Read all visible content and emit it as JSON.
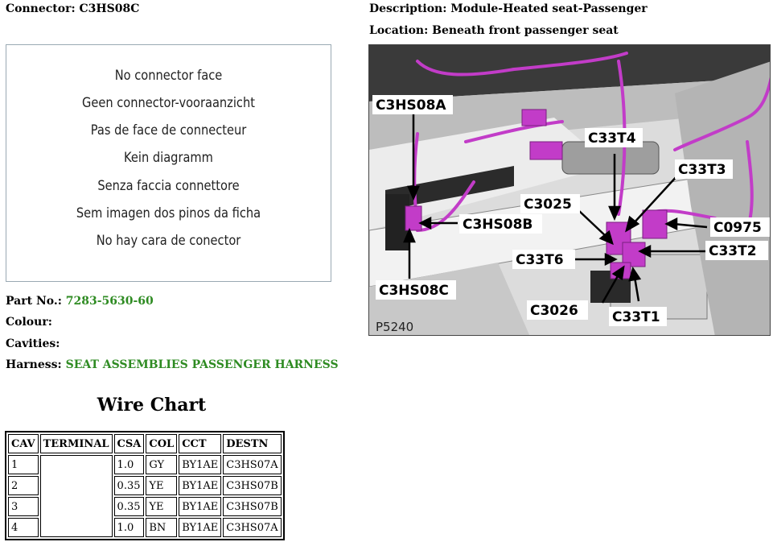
{
  "header": {
    "connector_label": "Connector: C3HS08C",
    "description_label": "Description: Module-Heated seat-Passenger",
    "location_label": "Location: Beneath front passenger seat"
  },
  "connector_face": {
    "lines": [
      "No connector face",
      "Geen connector-vooraanzicht",
      "Pas de face de connecteur",
      "Kein diagramm",
      "Senza faccia connettore",
      "Sem imagen dos pinos da ficha",
      "No hay cara de conector"
    ]
  },
  "details": {
    "part_no_label": "Part No.:",
    "part_no_value": "7283-5630-60",
    "colour_label": "Colour:",
    "cavities_label": "Cavities:",
    "harness_label": "Harness:",
    "harness_value": "SEAT ASSEMBLIES PASSENGER HARNESS"
  },
  "photo": {
    "callouts": [
      "C3HS08A",
      "C3HS08B",
      "C3HS08C",
      "C33T4",
      "C33T3",
      "C3025",
      "C0975",
      "C33T2",
      "C33T6",
      "C3026",
      "C33T1"
    ],
    "figure_id": "P5240"
  },
  "wire_chart": {
    "title": "Wire Chart",
    "headers": [
      "CAV",
      "TERMINAL",
      "CSA",
      "COL",
      "CCT",
      "DESTN"
    ],
    "rows": [
      {
        "cav": "1",
        "csa": "1.0",
        "col": "GY",
        "cct": "BY1AE",
        "destn": "C3HS07A"
      },
      {
        "cav": "2",
        "csa": "0.35",
        "col": "YE",
        "cct": "BY1AE",
        "destn": "C3HS07B"
      },
      {
        "cav": "3",
        "csa": "0.35",
        "col": "YE",
        "cct": "BY1AE",
        "destn": "C3HS07B"
      },
      {
        "cav": "4",
        "csa": "1.0",
        "col": "BN",
        "cct": "BY1AE",
        "destn": "C3HS07A"
      }
    ]
  },
  "colors": {
    "accent_green": "#2e8b22",
    "harness_magenta": "#c23cc8"
  }
}
